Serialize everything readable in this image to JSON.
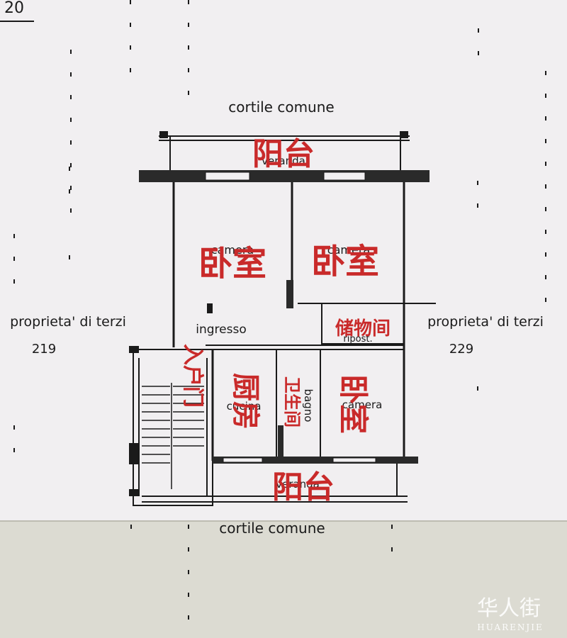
{
  "corner_label": "20",
  "courtyard_top": "cortile comune",
  "courtyard_bottom": "cortile comune",
  "neighbor_left": {
    "label": "proprieta' di terzi",
    "number": "219"
  },
  "neighbor_right": {
    "label": "proprieta' di terzi",
    "number": "229"
  },
  "rooms": {
    "veranda_top": {
      "it": "veranda",
      "zh": "阳台"
    },
    "camera_left": {
      "it": "camera",
      "zh": "卧室"
    },
    "camera_right": {
      "it": "camera",
      "zh": "卧室"
    },
    "ingresso": {
      "it": "ingresso"
    },
    "entrance_zh": "入户门",
    "ripostiglio": {
      "it": "ripost.",
      "zh": "储物间"
    },
    "cucina": {
      "it": "cucina",
      "zh": "厨房"
    },
    "bagno": {
      "it": "bagno",
      "zh": "卫生间"
    },
    "camera_small": {
      "it": "camera",
      "zh": "卧室"
    },
    "veranda_bottom": {
      "it": "veranda",
      "zh": "阳台"
    }
  },
  "watermark": {
    "zh": "华人街",
    "en": "HUARENJIE"
  },
  "colors": {
    "paper": "#f1eff1",
    "ink": "#1a1a1a",
    "annotation": "#c92a2a",
    "table": "#dcdbd2"
  }
}
